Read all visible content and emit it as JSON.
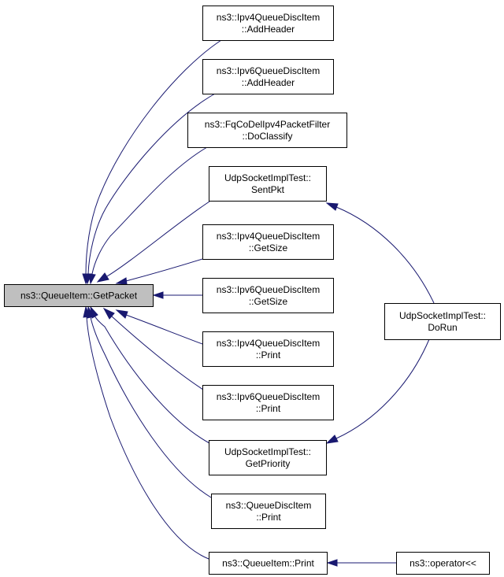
{
  "graph": {
    "root": {
      "id": "root",
      "lines": [
        "ns3::QueueItem::GetPacket"
      ]
    },
    "callers": [
      {
        "id": "ipv4-addheader",
        "lines": [
          "ns3::Ipv4QueueDiscItem",
          "::AddHeader"
        ]
      },
      {
        "id": "ipv6-addheader",
        "lines": [
          "ns3::Ipv6QueueDiscItem",
          "::AddHeader"
        ]
      },
      {
        "id": "fqcodel-classify",
        "lines": [
          "ns3::FqCoDelIpv4PacketFilter",
          "::DoClassify"
        ]
      },
      {
        "id": "udp-sentpkt",
        "lines": [
          "UdpSocketImplTest::",
          "SentPkt"
        ]
      },
      {
        "id": "ipv4-getsize",
        "lines": [
          "ns3::Ipv4QueueDiscItem",
          "::GetSize"
        ]
      },
      {
        "id": "ipv6-getsize",
        "lines": [
          "ns3::Ipv6QueueDiscItem",
          "::GetSize"
        ]
      },
      {
        "id": "ipv4-print",
        "lines": [
          "ns3::Ipv4QueueDiscItem",
          "::Print"
        ]
      },
      {
        "id": "ipv6-print",
        "lines": [
          "ns3::Ipv6QueueDiscItem",
          "::Print"
        ]
      },
      {
        "id": "udp-getpriority",
        "lines": [
          "UdpSocketImplTest::",
          "GetPriority"
        ]
      },
      {
        "id": "queuedisc-print",
        "lines": [
          "ns3::QueueDiscItem",
          "::Print"
        ]
      },
      {
        "id": "queueitem-print",
        "lines": [
          "ns3::QueueItem::Print"
        ]
      }
    ],
    "secondary": [
      {
        "id": "udp-dorun",
        "lines": [
          "UdpSocketImplTest::",
          "DoRun"
        ]
      },
      {
        "id": "operator",
        "lines": [
          "ns3::operator<<"
        ]
      }
    ],
    "edges": [
      {
        "from": "ipv4-addheader",
        "to": "root"
      },
      {
        "from": "ipv6-addheader",
        "to": "root"
      },
      {
        "from": "fqcodel-classify",
        "to": "root"
      },
      {
        "from": "udp-sentpkt",
        "to": "root"
      },
      {
        "from": "ipv4-getsize",
        "to": "root"
      },
      {
        "from": "ipv6-getsize",
        "to": "root"
      },
      {
        "from": "ipv4-print",
        "to": "root"
      },
      {
        "from": "ipv6-print",
        "to": "root"
      },
      {
        "from": "udp-getpriority",
        "to": "root"
      },
      {
        "from": "queuedisc-print",
        "to": "root"
      },
      {
        "from": "queueitem-print",
        "to": "root"
      },
      {
        "from": "udp-dorun",
        "to": "udp-sentpkt"
      },
      {
        "from": "udp-dorun",
        "to": "udp-getpriority"
      },
      {
        "from": "operator",
        "to": "queueitem-print"
      }
    ],
    "edge_color": "#191970",
    "root_fill": "#bfbfbf"
  }
}
